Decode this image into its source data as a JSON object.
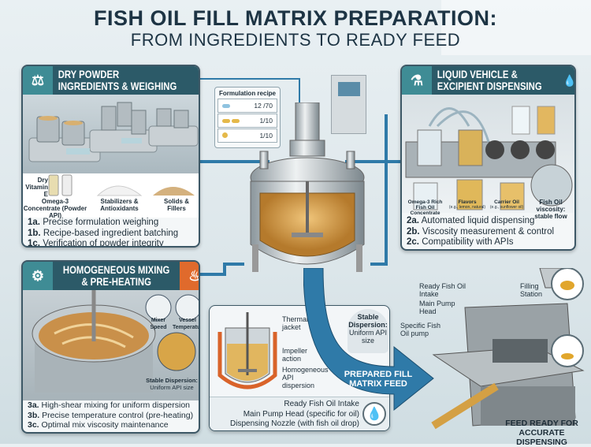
{
  "title": {
    "line1": "FISH OIL FILL MATRIX PREPARATION:",
    "line2": "FROM INGREDIENTS TO READY FEED"
  },
  "panel_dry": {
    "title_line1": "DRY POWDER",
    "title_line2": "INGREDIENTS & WEIGHING",
    "icon": "balance-scale-icon",
    "icon2": "molecule-icon",
    "ingredients": [
      "Dry Vitamin E",
      "Omega-3 Concentrate (Powder API)",
      "Stabilizers & Antioxidants",
      "Solids & Fillers"
    ],
    "steps": [
      {
        "id": "1a.",
        "text": "Precise formulation weighing"
      },
      {
        "id": "1b.",
        "text": "Recipe-based ingredient batching"
      },
      {
        "id": "1c.",
        "text": "Verification of powder integrity"
      }
    ]
  },
  "recipe": {
    "title": "Formulation recipe",
    "rows": [
      "12 /70",
      "1/10",
      "1/10"
    ]
  },
  "panel_liquid": {
    "title_line1": "LIQUID VEHICLE &",
    "title_line2": "EXCIPIENT DISPENSING",
    "icon": "flask-icon",
    "icon2": "droplets-icon",
    "items": [
      {
        "name": "Omega-3 Rich Fish Oil Concentrate",
        "note": ""
      },
      {
        "name": "Flavors",
        "note": "(e.g., lemon, natural)"
      },
      {
        "name": "Carrier Oil",
        "note": "(e.g., sunflower oil)"
      }
    ],
    "viscosity_label": "Fish Oil viscosity: stable flow",
    "steps": [
      {
        "id": "2a.",
        "text": "Automated liquid dispensing"
      },
      {
        "id": "2b.",
        "text": "Viscosity measurement & control"
      },
      {
        "id": "2c.",
        "text": "Compatibility with APIs"
      }
    ]
  },
  "panel_mixing": {
    "title_line1": "HOMOGENEOUS MIXING",
    "title_line2": "& PRE-HEATING",
    "icon": "mixer-icon",
    "icon2": "heat-icon",
    "gauges": [
      "Mixer Speed",
      "Vessel Temperature"
    ],
    "dispersion_title": "Stable Dispersion:",
    "dispersion_text": "Uniform API size",
    "steps": [
      {
        "id": "3a.",
        "text": "High-shear mixing for uniform dispersion"
      },
      {
        "id": "3b.",
        "text": "Precise temperature control (pre-heating)"
      },
      {
        "id": "3c.",
        "text": "Optimal mix viscosity maintenance"
      }
    ]
  },
  "vessel_detail": {
    "labels": [
      "Thermal jacket",
      "Impeller action",
      "Homogeneous API dispersion"
    ],
    "stable_title": "Stable Dispersion:",
    "stable_text": "Uniform API size",
    "intake_lines": [
      "Ready Fish Oil Intake",
      "Main Pump Head (specific for oil)",
      "Dispensing Nozzle (with fish oil drop)"
    ]
  },
  "feed_arrow": {
    "line1": "PREPARED FILL",
    "line2": "MATRIX FEED"
  },
  "machine": {
    "labels": [
      "Ready Fish Oil Intake",
      "Main Pump Head",
      "Specific Fish Oil pump",
      "Filling Station"
    ],
    "footer_line1": "FEED READY FOR",
    "footer_line2": "ACCURATE DISPENSING"
  },
  "colors": {
    "panel_header": "#2c5a68",
    "icon_teal": "#3f8c95",
    "heat_orange": "#e06a2c",
    "arrow_blue": "#2f7aa8",
    "oil": "#d9a54a"
  }
}
